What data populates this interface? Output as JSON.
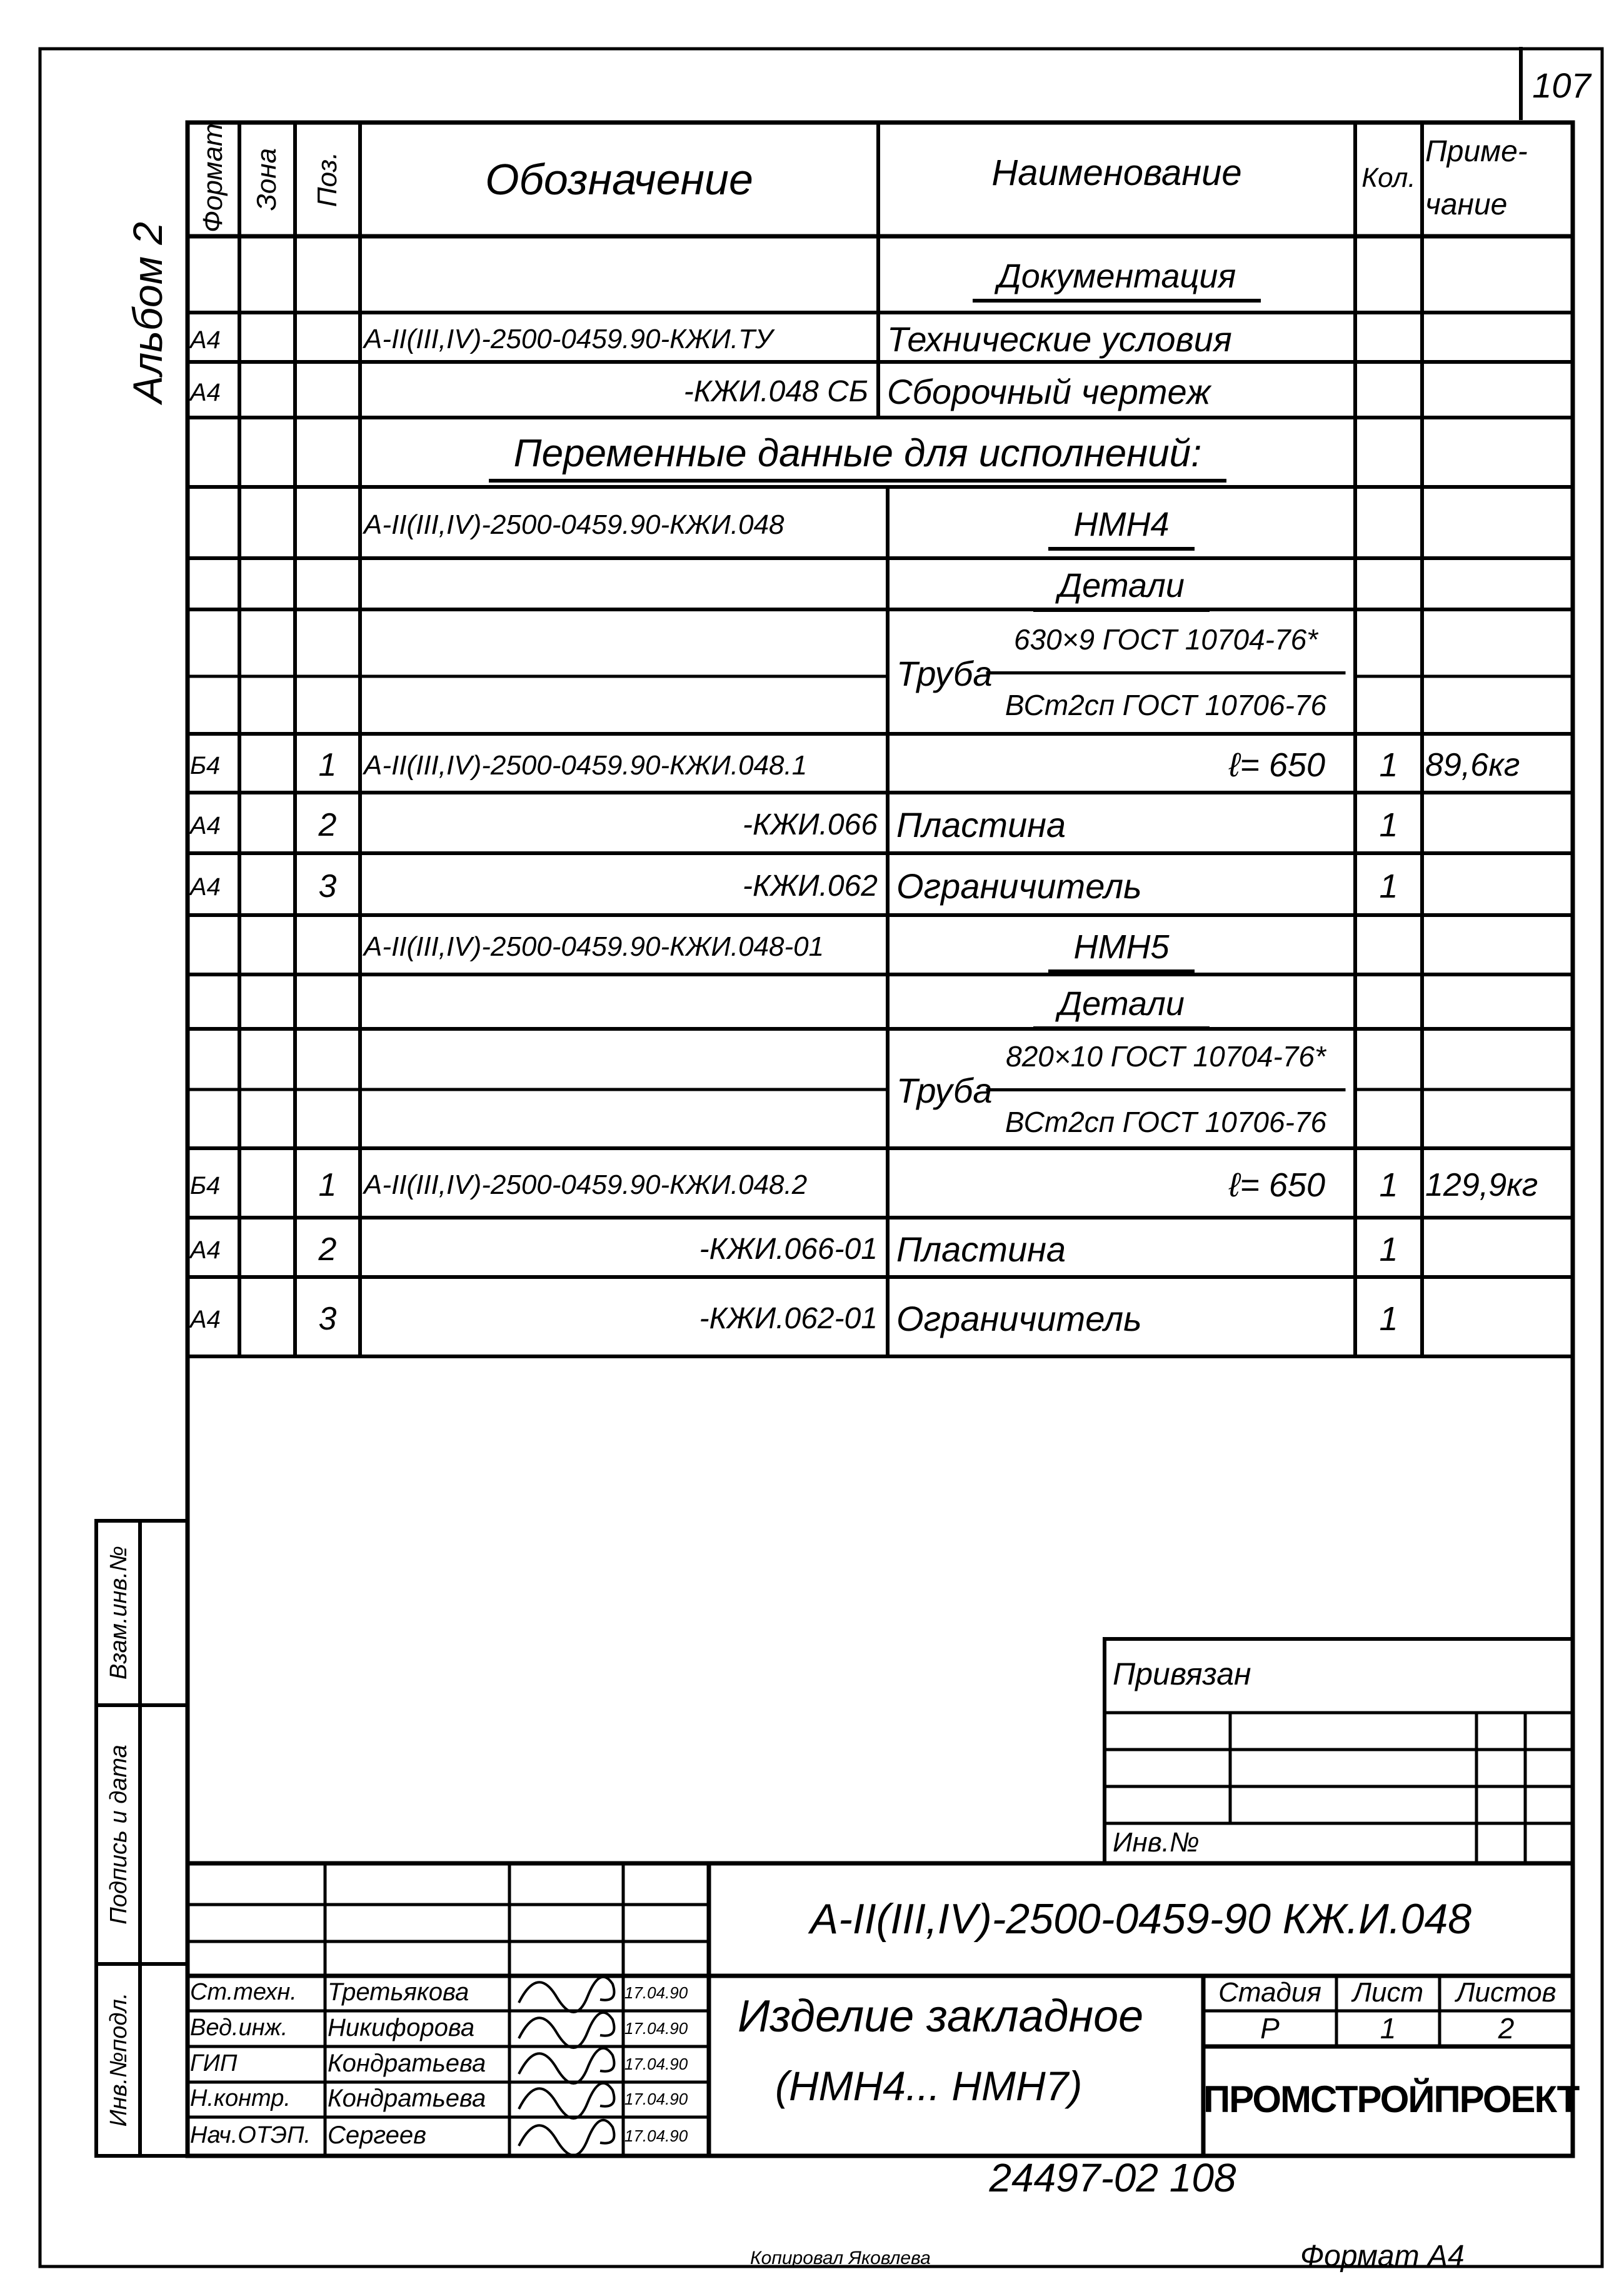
{
  "page_number": "107",
  "album": "Альбом 2",
  "header": {
    "format": "Формат",
    "zone": "Зона",
    "pos": "Поз.",
    "designation": "Обозначение",
    "name": "Наименование",
    "qty": "Кол.",
    "note_line1": "Приме-",
    "note_line2": "чание"
  },
  "rows": [
    {
      "section": "Документация"
    },
    {
      "format": "А4",
      "designation": "А-II(III,IV)-2500-0459.90-КЖИ.ТУ",
      "name": "Технические условия"
    },
    {
      "format": "А4",
      "designation": "-КЖИ.048 СБ",
      "name": "Сборочный чертеж"
    },
    {
      "wide_section": "Переменные данные для исполнений:"
    },
    {
      "designation": "А-II(III,IV)-2500-0459.90-КЖИ.048",
      "section": "НМН4"
    },
    {
      "section": "Детали"
    },
    {
      "name": "Труба",
      "numerator": "630×9 ГОСТ 10704-76*",
      "denominator": "ВСт2сп ГОСТ 10706-76"
    },
    {
      "format": "Б4",
      "pos": "1",
      "designation": "А-II(III,IV)-2500-0459.90-КЖИ.048.1",
      "name_right": "ℓ= 650",
      "qty": "1",
      "note": "89,6кг"
    },
    {
      "format": "А4",
      "pos": "2",
      "designation": "-КЖИ.066",
      "name": "Пластина",
      "qty": "1"
    },
    {
      "format": "А4",
      "pos": "3",
      "designation": "-КЖИ.062",
      "name": "Ограничитель",
      "qty": "1"
    },
    {
      "designation": "А-II(III,IV)-2500-0459.90-КЖИ.048-01",
      "section": "НМН5"
    },
    {
      "section": "Детали"
    },
    {
      "name": "Труба",
      "numerator": "820×10 ГОСТ 10704-76*",
      "denominator": "ВСт2сп ГОСТ 10706-76"
    },
    {
      "format": "Б4",
      "pos": "1",
      "designation": "А-II(III,IV)-2500-0459.90-КЖИ.048.2",
      "name_right": "ℓ= 650",
      "qty": "1",
      "note": "129,9кг"
    },
    {
      "format": "А4",
      "pos": "2",
      "designation": "-КЖИ.066-01",
      "name": "Пластина",
      "qty": "1"
    },
    {
      "format": "А4",
      "pos": "3",
      "designation": "-КЖИ.062-01",
      "name": "Ограничитель",
      "qty": "1"
    }
  ],
  "side_stamp": {
    "replace_inv": "Взам.инв.№",
    "signature_date": "Подпись и дата",
    "orig_inv": "Инв.№подл."
  },
  "binding_block": {
    "bound": "Привязан",
    "inv_no": "Инв.№"
  },
  "title_block": {
    "designation": "А-II(III,IV)-2500-0459-90 КЖ.И.048",
    "title_line1": "Изделие закладное",
    "title_line2": "(НМН4... НМН7)",
    "stage_label": "Стадия",
    "sheet_label": "Лист",
    "sheets_label": "Листов",
    "stage": "Р",
    "sheet": "1",
    "sheets": "2",
    "company": "ПРОМСТРОЙПРОЕКТ",
    "signers": [
      {
        "role": "Ст.техн.",
        "name": "Третьякова",
        "date": "17.04.90"
      },
      {
        "role": "Вед.инж.",
        "name": "Никифорова",
        "date": "17.04.90"
      },
      {
        "role": "ГИП",
        "name": "Кондратьева",
        "date": "17.04.90"
      },
      {
        "role": "Н.контр.",
        "name": "Кондратьева",
        "date": "17.04.90"
      },
      {
        "role": "Нач.ОТЭП.",
        "name": "Сергеев",
        "date": "17.04.90"
      }
    ]
  },
  "bottom": {
    "archive_no": "24497-02 108",
    "copied": "Копировал Яковлева",
    "format": "Формат А4"
  }
}
